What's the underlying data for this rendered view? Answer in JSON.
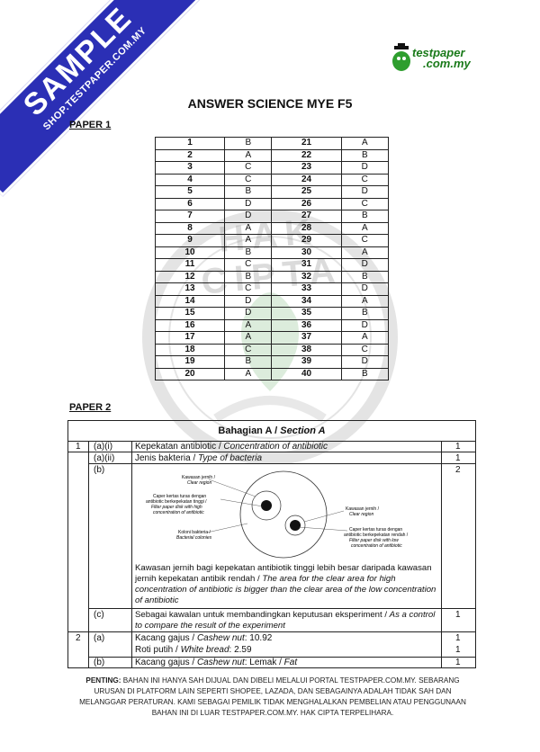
{
  "ribbon": {
    "main": "SAMPLE",
    "sub": "SHOP.TESTPAPER.COM.MY"
  },
  "logo": {
    "line1": "testpaper",
    "line2": ".com.my"
  },
  "title": "ANSWER SCIENCE MYE F5",
  "paper1_label": "PAPER 1",
  "paper1": [
    [
      "1",
      "B",
      "21",
      "A"
    ],
    [
      "2",
      "A",
      "22",
      "B"
    ],
    [
      "3",
      "C",
      "23",
      "D"
    ],
    [
      "4",
      "C",
      "24",
      "C"
    ],
    [
      "5",
      "B",
      "25",
      "D"
    ],
    [
      "6",
      "D",
      "26",
      "C"
    ],
    [
      "7",
      "D",
      "27",
      "B"
    ],
    [
      "8",
      "A",
      "28",
      "A"
    ],
    [
      "9",
      "A",
      "29",
      "C"
    ],
    [
      "10",
      "B",
      "30",
      "A"
    ],
    [
      "11",
      "C",
      "31",
      "D"
    ],
    [
      "12",
      "B",
      "32",
      "B"
    ],
    [
      "13",
      "C",
      "33",
      "D"
    ],
    [
      "14",
      "D",
      "34",
      "A"
    ],
    [
      "15",
      "D",
      "35",
      "B"
    ],
    [
      "16",
      "A",
      "36",
      "D"
    ],
    [
      "17",
      "A",
      "37",
      "A"
    ],
    [
      "18",
      "C",
      "38",
      "C"
    ],
    [
      "19",
      "B",
      "39",
      "D"
    ],
    [
      "20",
      "A",
      "40",
      "B"
    ]
  ],
  "watermark": "HAK CIPTA",
  "paper2_label": "PAPER 2",
  "section_head": {
    "malay": "Bahagian A / ",
    "english": "Section A"
  },
  "q1": {
    "num": "1",
    "ai_label": "(a)(i)",
    "ai_text_malay": "Kepekatan antibiotic / ",
    "ai_text_en": "Concentration of antibiotic",
    "ai_mark": "1",
    "aii_label": "(a)(ii)",
    "aii_text_malay": "Jenis bakteria / ",
    "aii_text_en": "Type of bacteria",
    "aii_mark": "1",
    "b_label": "(b)",
    "b_mark": "2",
    "b_text_malay": "Kawasan jernih bagi kepekatan antibiotik tinggi lebih besar daripada kawasan jernih kepekatan antibik rendah / ",
    "b_text_en": "The area for the clear area for high concentration of antibiotic is bigger than the clear area of the low concentration of antibiotic",
    "c_label": "(c)",
    "c_text_malay": "Sebagai kawalan untuk membandingkan keputusan eksperiment / ",
    "c_text_en": "As a control to compare the result of the experiment",
    "c_mark": "1"
  },
  "diagram": {
    "l1": "Kawasan jernih /",
    "l1b": "Clear region",
    "l2": "Caper kertas turas dengan",
    "l2b": "antibiotic berkepekatan tinggi /",
    "l2c": "Filter paper disk with high",
    "l2d": "concentration of antibiotic",
    "l3": "Koloni bakteria /",
    "l3b": "Bacterial colonies",
    "r1": "Kawasan jernih /",
    "r1b": "Clear region",
    "r2": "Caper kertas turas dengan",
    "r2b": "antibiotic berkepekatan rendah /",
    "r2c": "Filter paper disk with low",
    "r2d": "concentration of antibiotic"
  },
  "q2": {
    "num": "2",
    "a_label": "(a)",
    "a1_malay": "Kacang gajus / ",
    "a1_en": "Cashew nut",
    "a1_val": ": 10.92",
    "a1_mark": "1",
    "a2_malay": "Roti putih / ",
    "a2_en": "White bread",
    "a2_val": ": 2.59",
    "a2_mark": "1",
    "b_label": "(b)",
    "b_malay": "Kacang gajus / ",
    "b_en": "Cashew nut",
    "b_sep": ": Lemak / ",
    "b_en2": "Fat",
    "b_mark": "1"
  },
  "footer": {
    "bold": "PENTING:",
    "text": " BAHAN INI HANYA SAH DIJUAL DAN DIBELI MELALUI PORTAL TESTPAPER.COM.MY. SEBARANG URUSAN DI PLATFORM LAIN SEPERTI SHOPEE, LAZADA, DAN SEBAGAINYA ADALAH TIDAK SAH DAN MELANGGAR PERATURAN. KAMI SEBAGAI PEMILIK TIDAK MENGHALALKAN PEMBELIAN ATAU PENGGUNAAN BAHAN INI DI LUAR TESTPAPER.COM.MY. HAK CIPTA TERPELIHARA."
  },
  "colors": {
    "ribbon": "#2b2fb5",
    "logo_green": "#1a7a1a"
  }
}
